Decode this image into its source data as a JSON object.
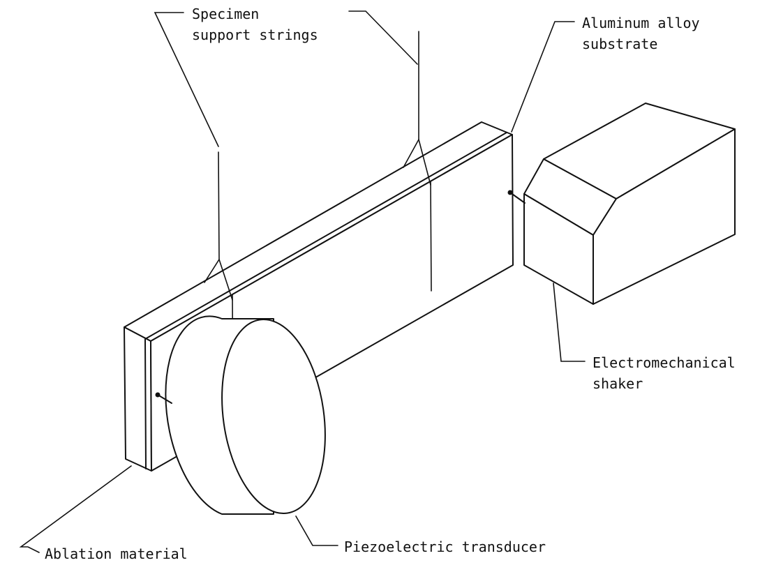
{
  "diagram": {
    "labels": {
      "specimen_support_strings": [
        "Specimen",
        "support strings"
      ],
      "aluminum_alloy_substrate": [
        "Aluminum alloy",
        "substrate"
      ],
      "electromechanical_shaker": [
        "Electromechanical",
        "shaker"
      ],
      "ablation_material": "Ablation material",
      "piezoelectric_transducer": "Piezoelectric transducer"
    }
  }
}
